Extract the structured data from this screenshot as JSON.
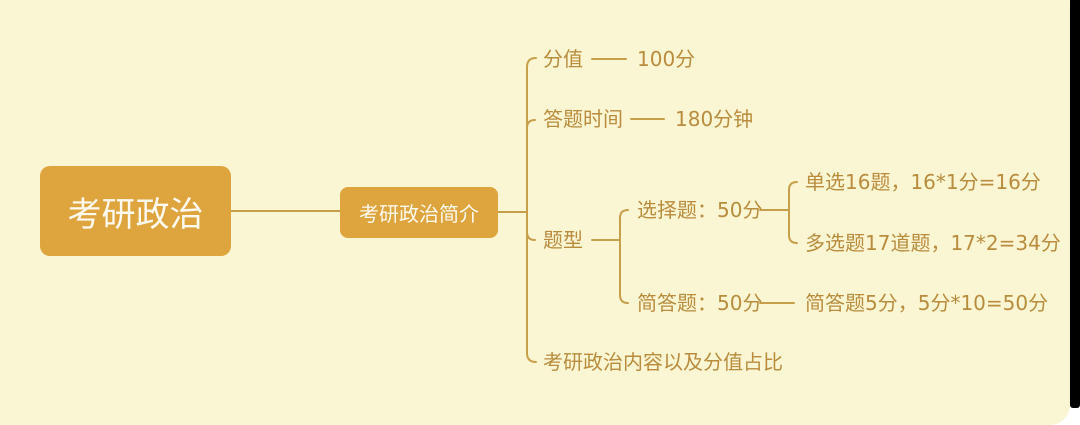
{
  "colors": {
    "background": "#FAF5D2",
    "page_background": "#FFFFFF",
    "edge_bar": "#000000",
    "node_fill": "#DEA53F",
    "node_text": "#FCF9EF",
    "branch_text": "#B98C3E",
    "line": "#C79F4B"
  },
  "mindmap": {
    "root": {
      "label": "考研政治"
    },
    "intro": {
      "label": "考研政治简介"
    },
    "branches": {
      "score": {
        "label": "分值",
        "value": "100分"
      },
      "time": {
        "label": "答题时间",
        "value": "180分钟"
      },
      "types": {
        "label": "题型"
      },
      "choice": {
        "label": "选择题：50分"
      },
      "single": {
        "label": "单选16题，16*1分=16分"
      },
      "multi": {
        "label": "多选题17道题，17*2=34分"
      },
      "short": {
        "label": "简答题：50分",
        "value": "简答题5分，5分*10=50分"
      },
      "content": {
        "label": "考研政治内容以及分值占比"
      }
    }
  }
}
